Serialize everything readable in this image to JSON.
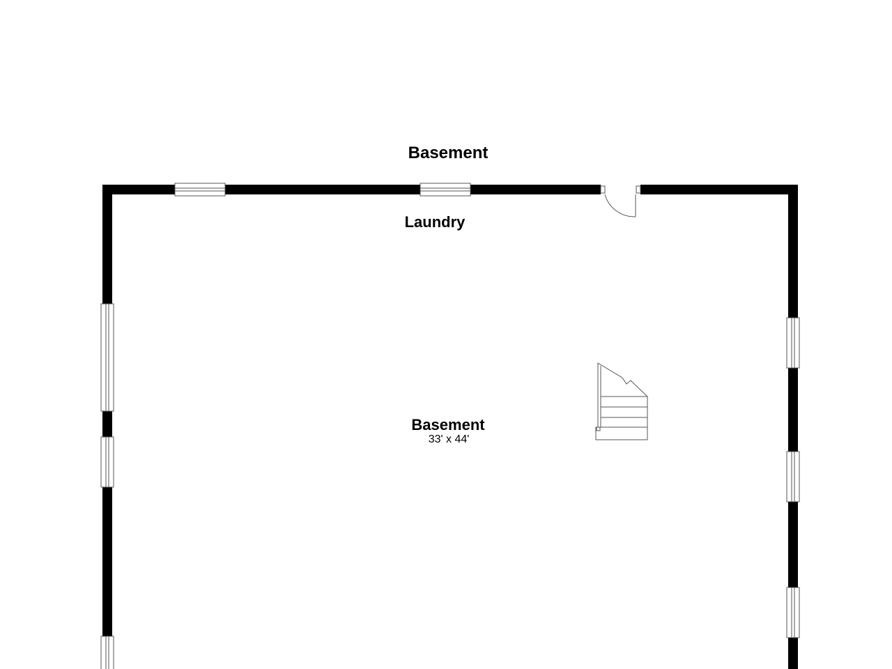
{
  "floor_title": "Basement",
  "rooms": [
    {
      "name": "Laundry",
      "dimensions": ""
    },
    {
      "name": "Basement",
      "dimensions": "33' x 44'"
    }
  ],
  "colors": {
    "wall": "#000000",
    "background": "#ffffff",
    "fixture_stroke": "#555555"
  }
}
